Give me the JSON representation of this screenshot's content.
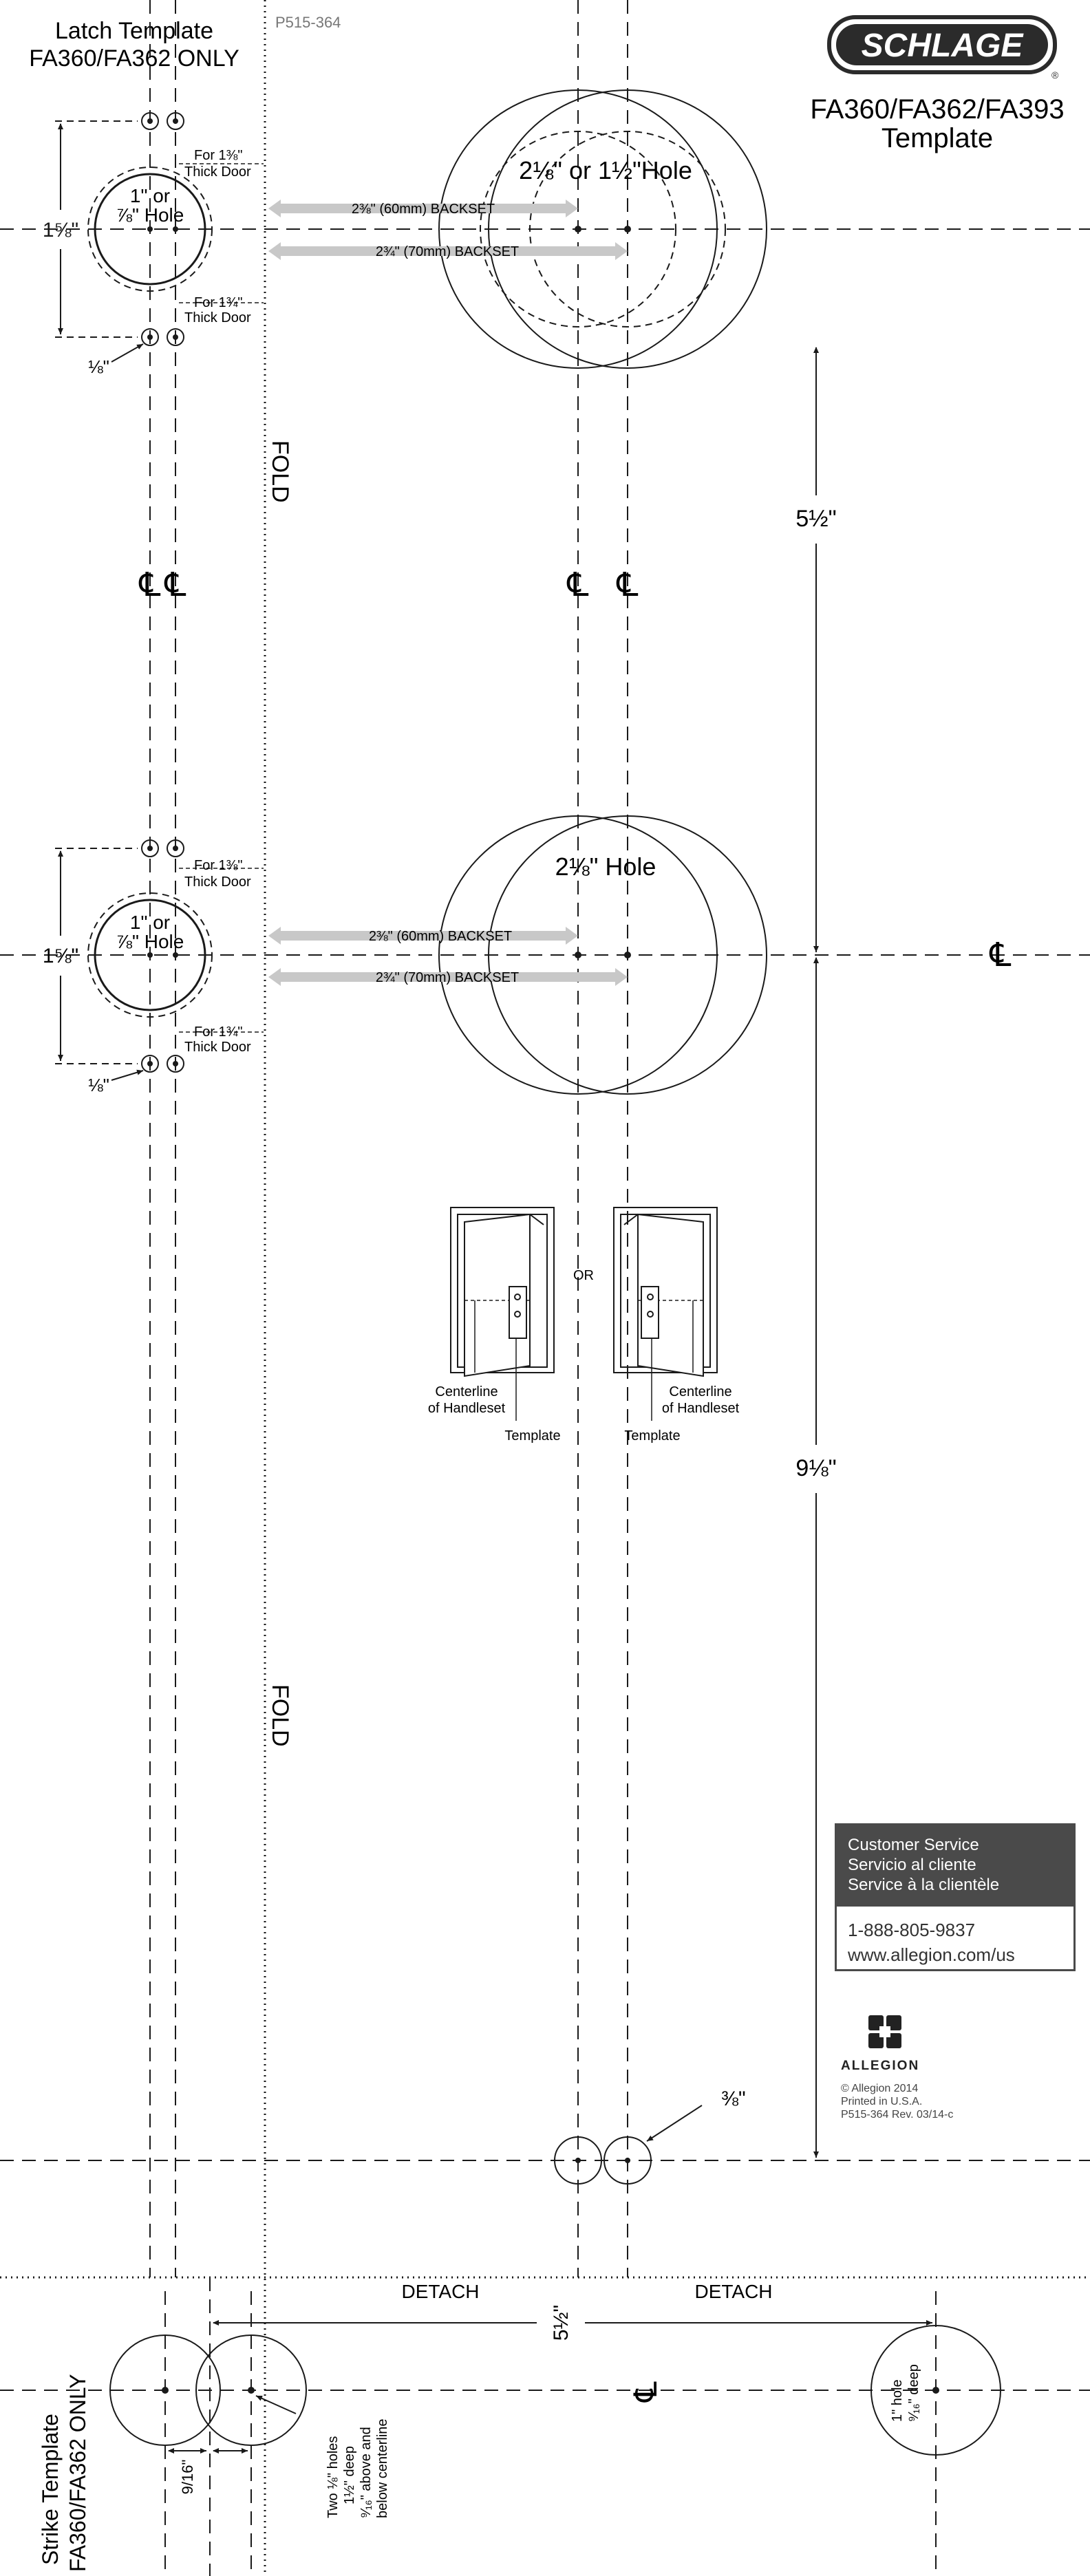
{
  "doc_code": "P515-364",
  "brand": "SCHLAGE",
  "brand_mark": "®",
  "title_line1": "FA360/FA362/FA393",
  "title_line2": "Template",
  "latch_title_line1": "Latch Template",
  "latch_title_line2": "FA360/FA362 ONLY",
  "latch_upper": {
    "hole_line1": "1\" or",
    "hole_line2": "⅞\" Hole",
    "height_dim": "1⅝\"",
    "offset_dim": "⅛\"",
    "note_top_line1": "For 1⅜\"",
    "note_top_line2": "Thick Door",
    "note_bottom_line1": "For 1¾\"",
    "note_bottom_line2": "Thick Door"
  },
  "latch_lower": {
    "hole_line1": "1\" or",
    "hole_line2": "⅞\" Hole",
    "height_dim": "1⅝\"",
    "offset_dim": "⅛\"",
    "note_top_line1": "For 1⅜\"",
    "note_top_line2": "Thick Door",
    "note_bottom_line1": "For 1¾\"",
    "note_bottom_line2": "Thick Door"
  },
  "upper_hole_label": "2⅛\" or 1½\"Hole",
  "lower_hole_label": "2⅛\" Hole",
  "backset_60": "2⅜\" (60mm) BACKSET",
  "backset_70": "2¾\" (70mm) BACKSET",
  "fold_label": "FOLD",
  "centerline_symbol": "℄",
  "dim_upper": "5½\"",
  "dim_lower": "9⅛\"",
  "dim_small_hole": "⅜\"",
  "illustration": {
    "or_label": "OR",
    "centerline_line1": "Centerline",
    "centerline_line2": "of Handleset",
    "template_label": "Template"
  },
  "customer_service": {
    "line1": "Customer Service",
    "line2": "Servicio al cliente",
    "line3": "Service à la clientèle",
    "phone": "1-888-805-9837",
    "url": "www.allegion.com/us"
  },
  "allegion_name": "ALLEGION",
  "copyright_line1": "© Allegion 2014",
  "copyright_line2": "Printed in U.S.A.",
  "copyright_line3": "P515-364 Rev. 03/14-c",
  "detach_label": "DETACH",
  "strike": {
    "title_line1": "Strike Template",
    "title_line2": "FA360/FA362 ONLY",
    "dim_width": "5½\"",
    "dim_small": "9/16\"",
    "note_line1": "Two ⅛\" holes",
    "note_line2": "1½\" deep",
    "note_line3": "⁹⁄₁₆\" above and",
    "note_line4": "below centerline",
    "right_hole_line1": "1\" hole",
    "right_hole_line2": "⁹⁄₁₆\" deep"
  },
  "colors": {
    "ink": "#1a1a1a",
    "arrow_fill": "#c8c8c8",
    "badge": "#2b2b2b",
    "service_header": "#4a4a4a"
  }
}
